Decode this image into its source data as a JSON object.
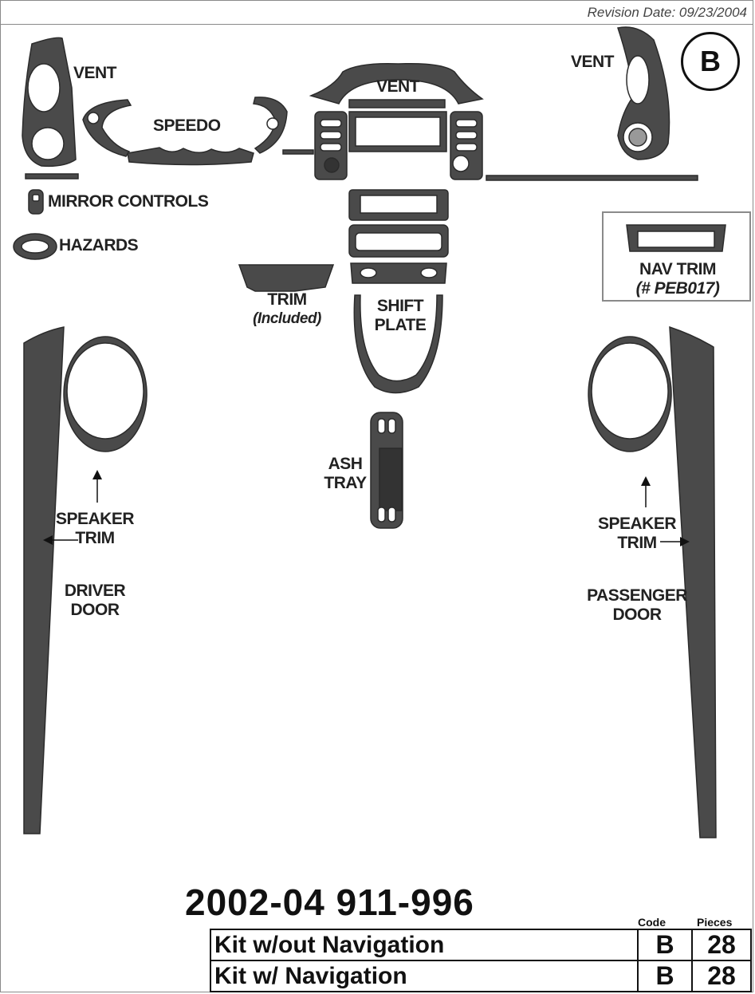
{
  "header": {
    "revision": "Revision Date:  09/23/2004"
  },
  "code_badge": "B",
  "labels": {
    "vent_left": "VENT",
    "speedo": "SPEEDO",
    "vent_center": "VENT",
    "vent_right": "VENT",
    "mirror_controls": "MIRROR CONTROLS",
    "hazards": "HAZARDS",
    "nav_trim_line1": "NAV TRIM",
    "nav_trim_line2": "(# PEB017)",
    "trim_line1": "TRIM",
    "trim_line2": "(Included)",
    "shift_line1": "SHIFT",
    "shift_line2": "PLATE",
    "ash_line1": "ASH",
    "ash_line2": "TRAY",
    "speaker_left_line1": "SPEAKER",
    "speaker_left_line2": "TRIM",
    "driver_line1": "DRIVER",
    "driver_line2": "DOOR",
    "speaker_right_line1": "SPEAKER",
    "speaker_right_line2": "TRIM",
    "passenger_line1": "PASSENGER",
    "passenger_line2": "DOOR"
  },
  "model": "2002-04 911-996",
  "table": {
    "headers": {
      "code": "Code",
      "pieces": "Pieces"
    },
    "rows": [
      {
        "name": "Kit w/out Navigation",
        "code": "B",
        "pieces": "28"
      },
      {
        "name": "Kit w/ Navigation",
        "code": "B",
        "pieces": "28"
      }
    ]
  },
  "colors": {
    "part": "#4a4a4a",
    "part_dark": "#2e2e2e",
    "line": "#111111"
  }
}
